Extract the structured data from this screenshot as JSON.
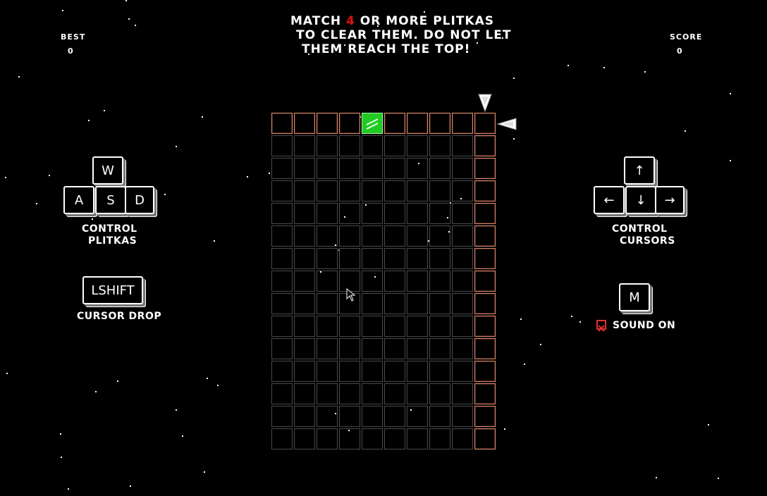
{
  "instructions": {
    "line1_pre": "MATCH ",
    "line1_num": "4",
    "line1_post": " OR MORE PLITKAS",
    "line2": "TO CLEAR THEM. DO NOT LET",
    "line3": "THEM REACH THE TOP!"
  },
  "best": {
    "label": "BEST",
    "value": "0"
  },
  "score": {
    "label": "SCORE",
    "value": "0"
  },
  "board": {
    "columns": 10,
    "rows": 15,
    "green_block": {
      "row": 0,
      "col": 4
    },
    "cursor_col": 9
  },
  "left_panel": {
    "keys": {
      "up": "W",
      "left": "A",
      "down": "S",
      "right": "D"
    },
    "control_line1": "CONTROL",
    "control_line2": "PLITKAS",
    "drop_key": "LSHIFT",
    "drop_label": "CURSOR DROP"
  },
  "right_panel": {
    "keys": {
      "up": "↑",
      "left": "←",
      "down": "↓",
      "right": "→"
    },
    "control_line1": "CONTROL",
    "control_line2": "CURSORS",
    "mute_key": "M",
    "sound_label": "SOUND ON"
  },
  "colors": {
    "accent_red": "#e01010",
    "block_green": "#22c922",
    "cursor_col": "#d98a70",
    "grid": "#4a4a4a"
  }
}
